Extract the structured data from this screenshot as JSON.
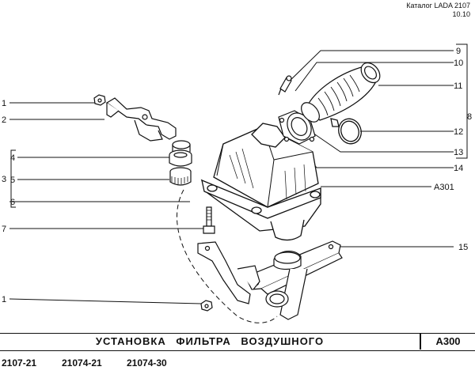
{
  "header": {
    "catalog": "Каталог LADA 2107",
    "date": "10.10"
  },
  "callouts": {
    "c1": "1",
    "c2": "2",
    "c3": "3",
    "c4": "4",
    "c5": "5",
    "c6": "6",
    "c7": "7",
    "c1b": "1",
    "c8": "8",
    "c9": "9",
    "c10": "10",
    "c11": "11",
    "c12": "12",
    "c13": "13",
    "c14": "14",
    "cA301": "A301",
    "c15": "15"
  },
  "title": {
    "text": "УСТАНОВКА ФИЛЬТРА ВОЗДУШНОГО",
    "code": "A300"
  },
  "models": [
    "2107-21",
    "21074-21",
    "21074-30"
  ]
}
